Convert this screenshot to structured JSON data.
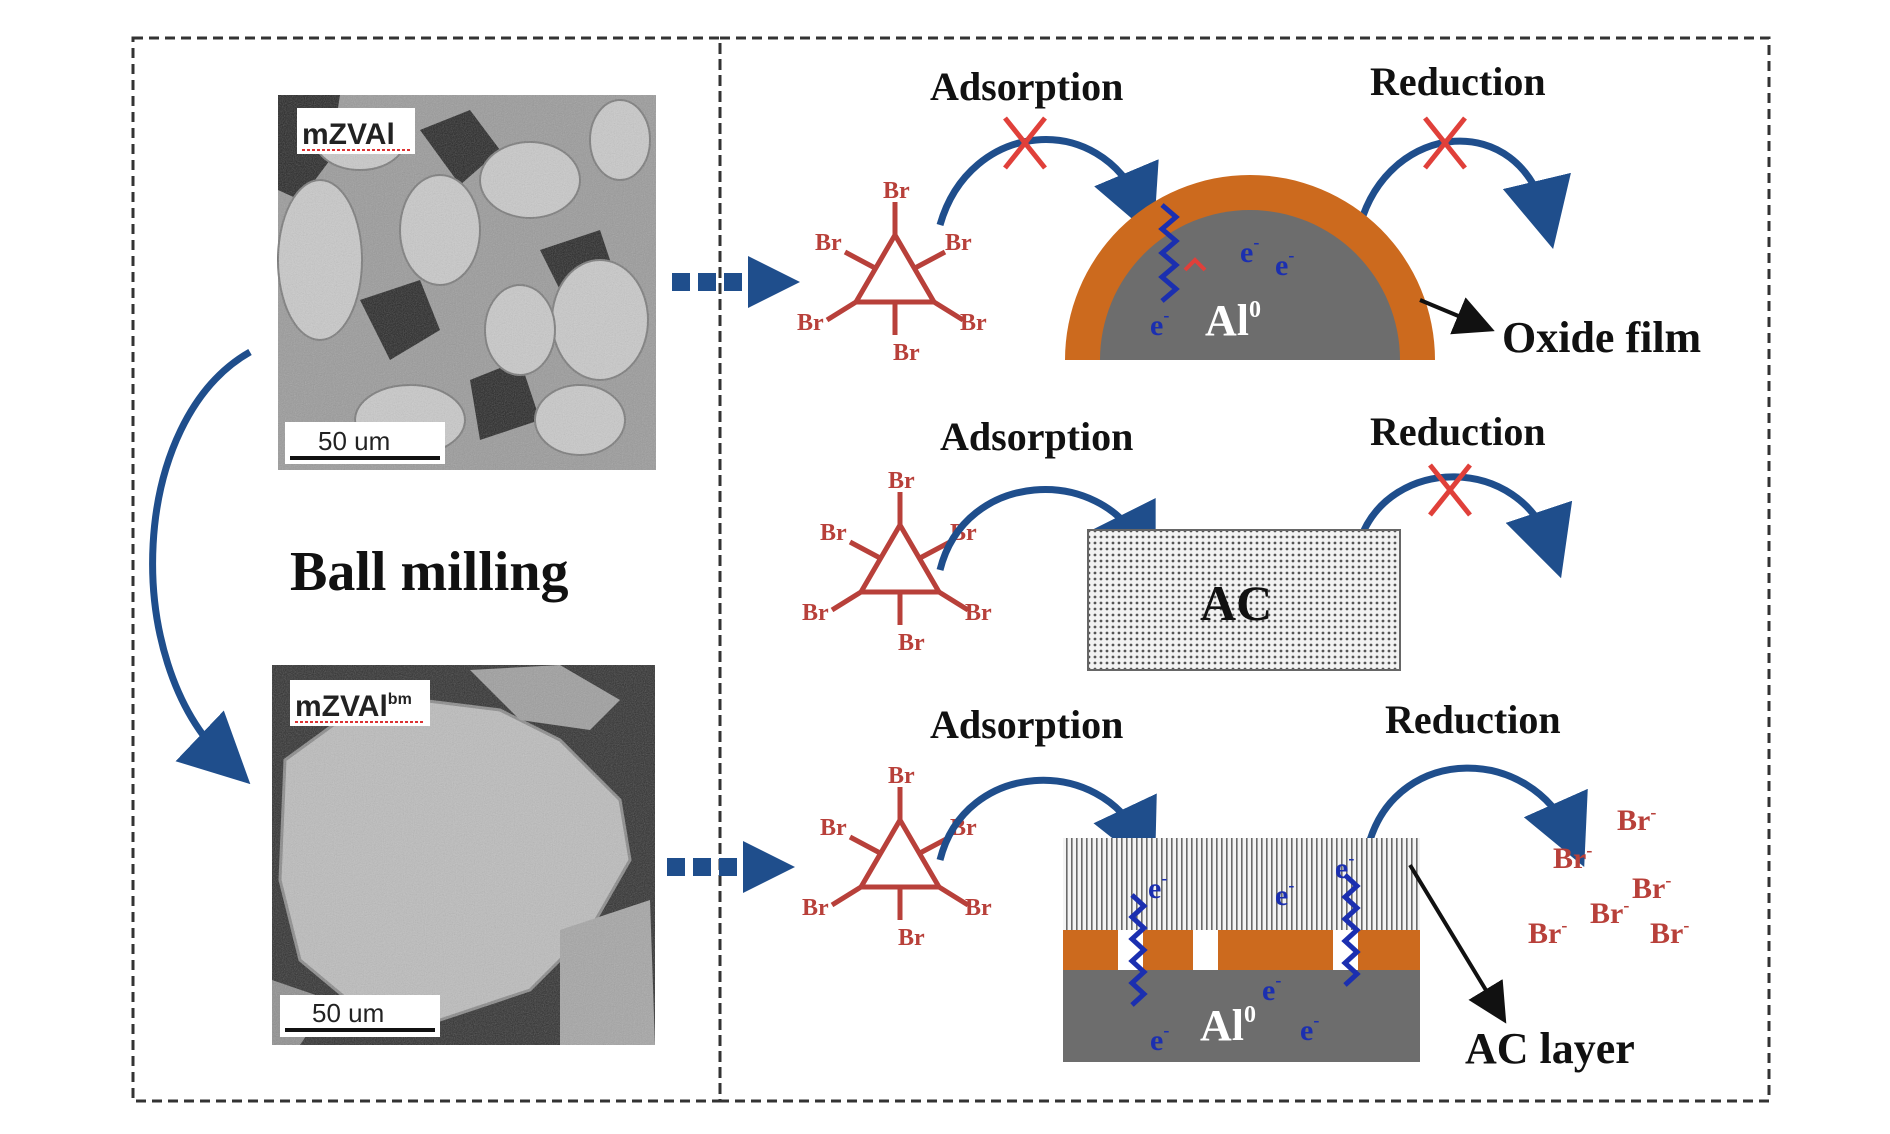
{
  "left_panel": {
    "top_image_label": "mZVAl",
    "top_scale_bar": "50 um",
    "process_label": "Ball milling",
    "bottom_image_label": "mZVAl",
    "bottom_image_label_sup": "bm",
    "bottom_scale_bar": "50 um"
  },
  "right_panel": {
    "molecule_atom": "Br",
    "row1": {
      "adsorption_label": "Adsorption",
      "reduction_label": "Reduction",
      "core_label": "Al",
      "core_sup": "0",
      "electron": "e",
      "electron_charge": "-",
      "film_label": "Oxide film"
    },
    "row2": {
      "adsorption_label": "Adsorption",
      "reduction_label": "Reduction",
      "block_label": "AC"
    },
    "row3": {
      "adsorption_label": "Adsorption",
      "reduction_label": "Reduction",
      "core_label": "Al",
      "core_sup": "0",
      "electron": "e",
      "electron_charge": "-",
      "layer_label": "AC layer",
      "product_ion": "Br",
      "product_charge": "-"
    }
  },
  "colors": {
    "arrow_blue": "#1f4e8c",
    "molecule_red": "#b8403a",
    "oxide_orange": "#cc6a1e",
    "core_gray": "#6d6d6d",
    "electron_blue": "#1b2fb0",
    "cross_red": "#e0403a",
    "border": "#333333"
  }
}
